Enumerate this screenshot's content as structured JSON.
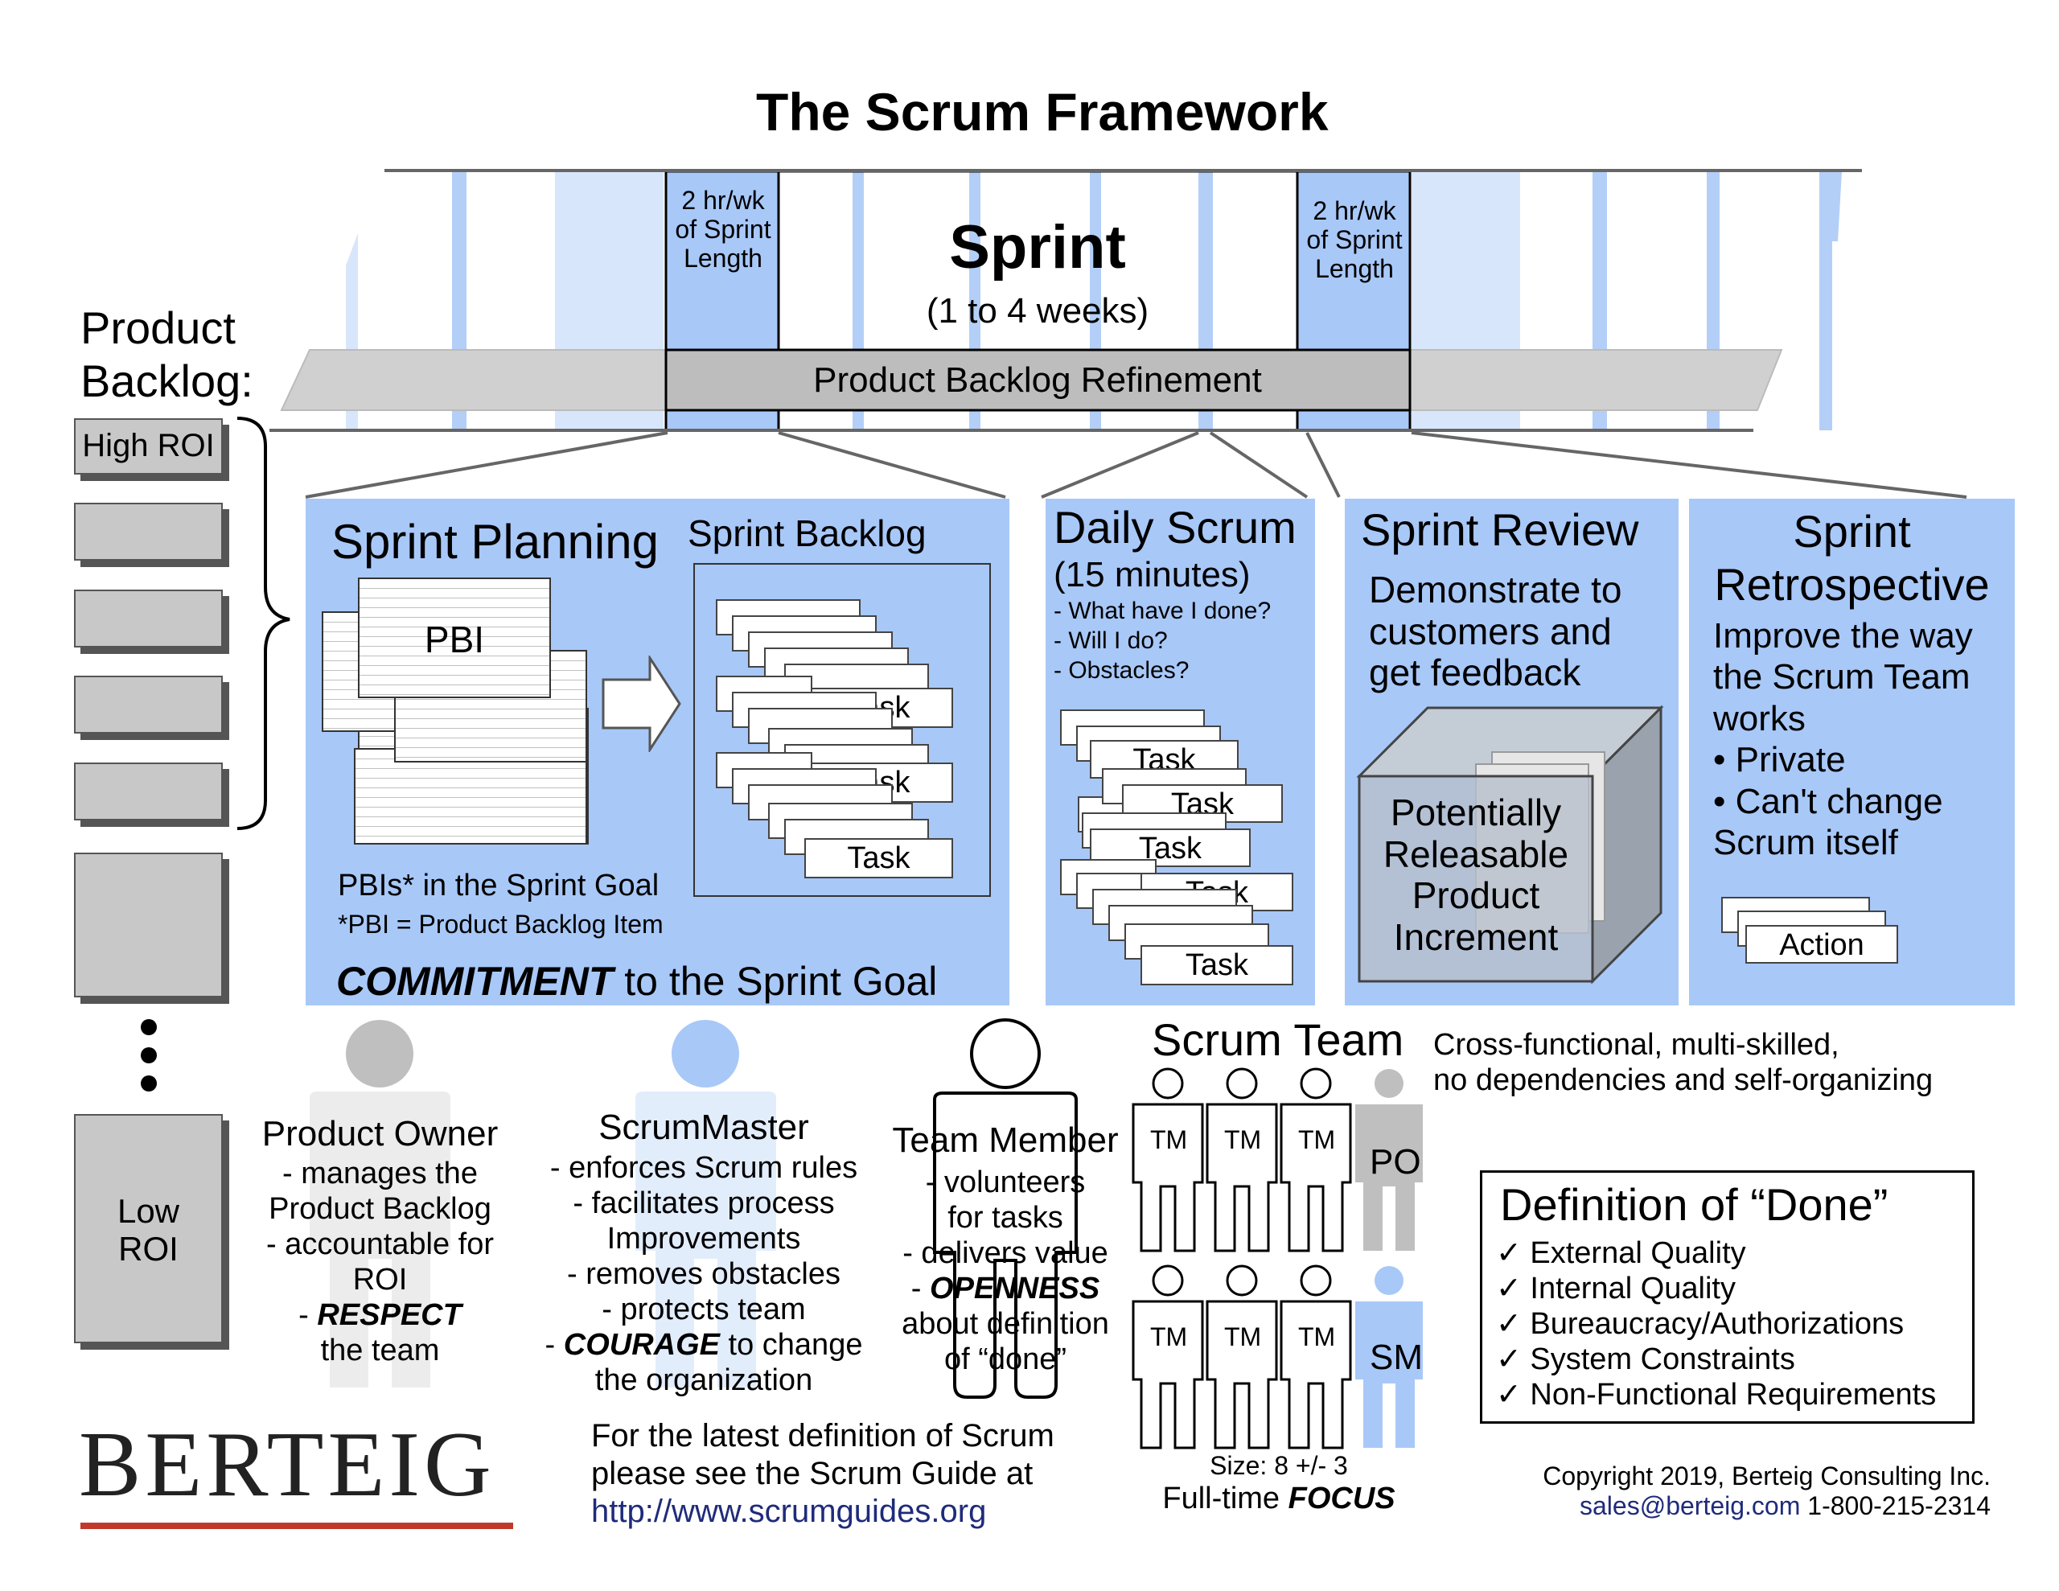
{
  "title": "The Scrum Framework",
  "sprint": {
    "title": "Sprint",
    "duration": "(1 to 4 weeks)",
    "refinement_left": [
      "2 hr/wk",
      "of Sprint",
      "Length"
    ],
    "refinement_right": [
      "2 hr/wk",
      "of Sprint",
      "Length"
    ],
    "refinement_label": "Product Backlog Refinement"
  },
  "backlog": {
    "title_line1": "Product",
    "title_line2": "Backlog:",
    "high": "High ROI",
    "low_line1": "Low",
    "low_line2": "ROI"
  },
  "planning": {
    "title": "Sprint Planning",
    "backlog_title": "Sprint Backlog",
    "pbi": "PBI",
    "task_labels": [
      "Task",
      "Task",
      "Task"
    ],
    "pbis_goal": "PBIs* in the Sprint Goal",
    "pbi_def": "*PBI = Product Backlog Item",
    "commitment_bold": "COMMITMENT",
    "commitment_rest": " to the Sprint Goal"
  },
  "daily": {
    "title": "Daily Scrum",
    "duration": "(15 minutes)",
    "questions": [
      "- What have I done?",
      "- Will I do?",
      "- Obstacles?"
    ],
    "task_labels": [
      "Task",
      "Task",
      "Task",
      "Task",
      "Task"
    ]
  },
  "review": {
    "title": "Sprint Review",
    "desc": [
      "Demonstrate to",
      "customers and",
      "get feedback"
    ],
    "increment": [
      "Potentially",
      "Releasable",
      "Product",
      "Increment"
    ]
  },
  "retro": {
    "title_line1": "Sprint",
    "title_line2": "Retrospective",
    "desc": [
      "Improve the way",
      "the Scrum Team",
      "works",
      "• Private",
      "• Can't change",
      "Scrum itself"
    ],
    "action": "Action"
  },
  "roles": {
    "po": {
      "title": "Product Owner",
      "lines": [
        "- manages the",
        "Product Backlog",
        "- accountable for",
        "ROI"
      ],
      "value_prefix": "- ",
      "value": "RESPECT",
      "value_rest": "the team"
    },
    "sm": {
      "title": "ScrumMaster",
      "lines": [
        "- enforces Scrum rules",
        "- facilitates process",
        "Improvements",
        "- removes obstacles",
        "- protects team"
      ],
      "value_prefix": "- ",
      "value": "COURAGE",
      "value_suffix": " to change",
      "value_rest": "the organization"
    },
    "tm": {
      "title": "Team Member",
      "lines": [
        "- volunteers",
        "for tasks",
        "- delivers value"
      ],
      "value_prefix": "- ",
      "value": "OPENNESS",
      "value_rest": [
        "about definition",
        "of “done”"
      ]
    }
  },
  "team": {
    "title": "Scrum Team",
    "desc": [
      "Cross-functional, multi-skilled,",
      "no dependencies and self-organizing"
    ],
    "tm_label": "TM",
    "po_label": "PO",
    "sm_label": "SM",
    "size": "Size: 8 +/- 3",
    "focus_prefix": "Full-time ",
    "focus": "FOCUS"
  },
  "done": {
    "title": "Definition of “Done”",
    "items": [
      "✓ External Quality",
      "✓ Internal Quality",
      "✓ Bureaucracy/Authorizations",
      "✓ System Constraints",
      "✓ Non-Functional Requirements"
    ]
  },
  "footer": {
    "logo": "BERTEIG",
    "guide": [
      "For the latest definition of Scrum",
      "please see the Scrum Guide at"
    ],
    "guide_url": "http://www.scrumguides.org",
    "copyright": "Copyright 2019, Berteig Consulting Inc.",
    "email": "sales@berteig.com",
    "phone": " 1-800-215-2314"
  },
  "colors": {
    "blue": "#a8c8f8",
    "grey": "#c8c8c8",
    "logo_red": "#c0392b",
    "link": "#1f2b7a"
  }
}
